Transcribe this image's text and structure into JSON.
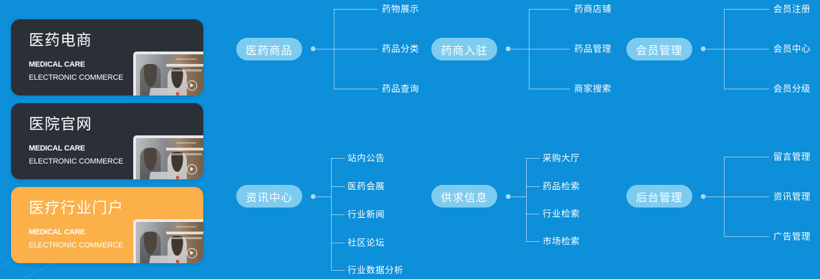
{
  "theme": {
    "background": "#0d8fd9",
    "pill": "#7ecbf0",
    "card_dark": "#2b3038",
    "card_orange": "#fbb04a",
    "line": "rgba(255,255,255,0.55)",
    "text": "#ffffff"
  },
  "cards": [
    {
      "title": "医药电商",
      "sub1": "MEDICAL CARE",
      "sub2": "ELECTRONIC COMMERCE",
      "style": "dark"
    },
    {
      "title": "医院官网",
      "sub1": "MEDICAL CARE",
      "sub2": "ELECTRONIC COMMERCE",
      "style": "dark"
    },
    {
      "title": "医疗行业门户",
      "sub1": "MEDICAL CARE",
      "sub2": "ELECTRONIC COMMERCE",
      "style": "orange"
    }
  ],
  "mindmap": {
    "groups": [
      {
        "node": "医药商品",
        "children": [
          "药物展示",
          "药品分类",
          "药品查询"
        ]
      },
      {
        "node": "药商入驻",
        "children": [
          "药商店铺",
          "药品管理",
          "商家搜索"
        ]
      },
      {
        "node": "会员管理",
        "children": [
          "会员注册",
          "会员中心",
          "会员分级"
        ]
      },
      {
        "node": "资讯中心",
        "children": [
          "站内公告",
          "医药会展",
          "行业新闻",
          "社区论坛",
          "行业数据分析"
        ]
      },
      {
        "node": "供求信息",
        "children": [
          "采购大厅",
          "药品检索",
          "行业检索",
          "市场检索"
        ]
      },
      {
        "node": "后台管理",
        "children": [
          "留言管理",
          "资讯管理",
          "广告管理"
        ]
      }
    ]
  }
}
